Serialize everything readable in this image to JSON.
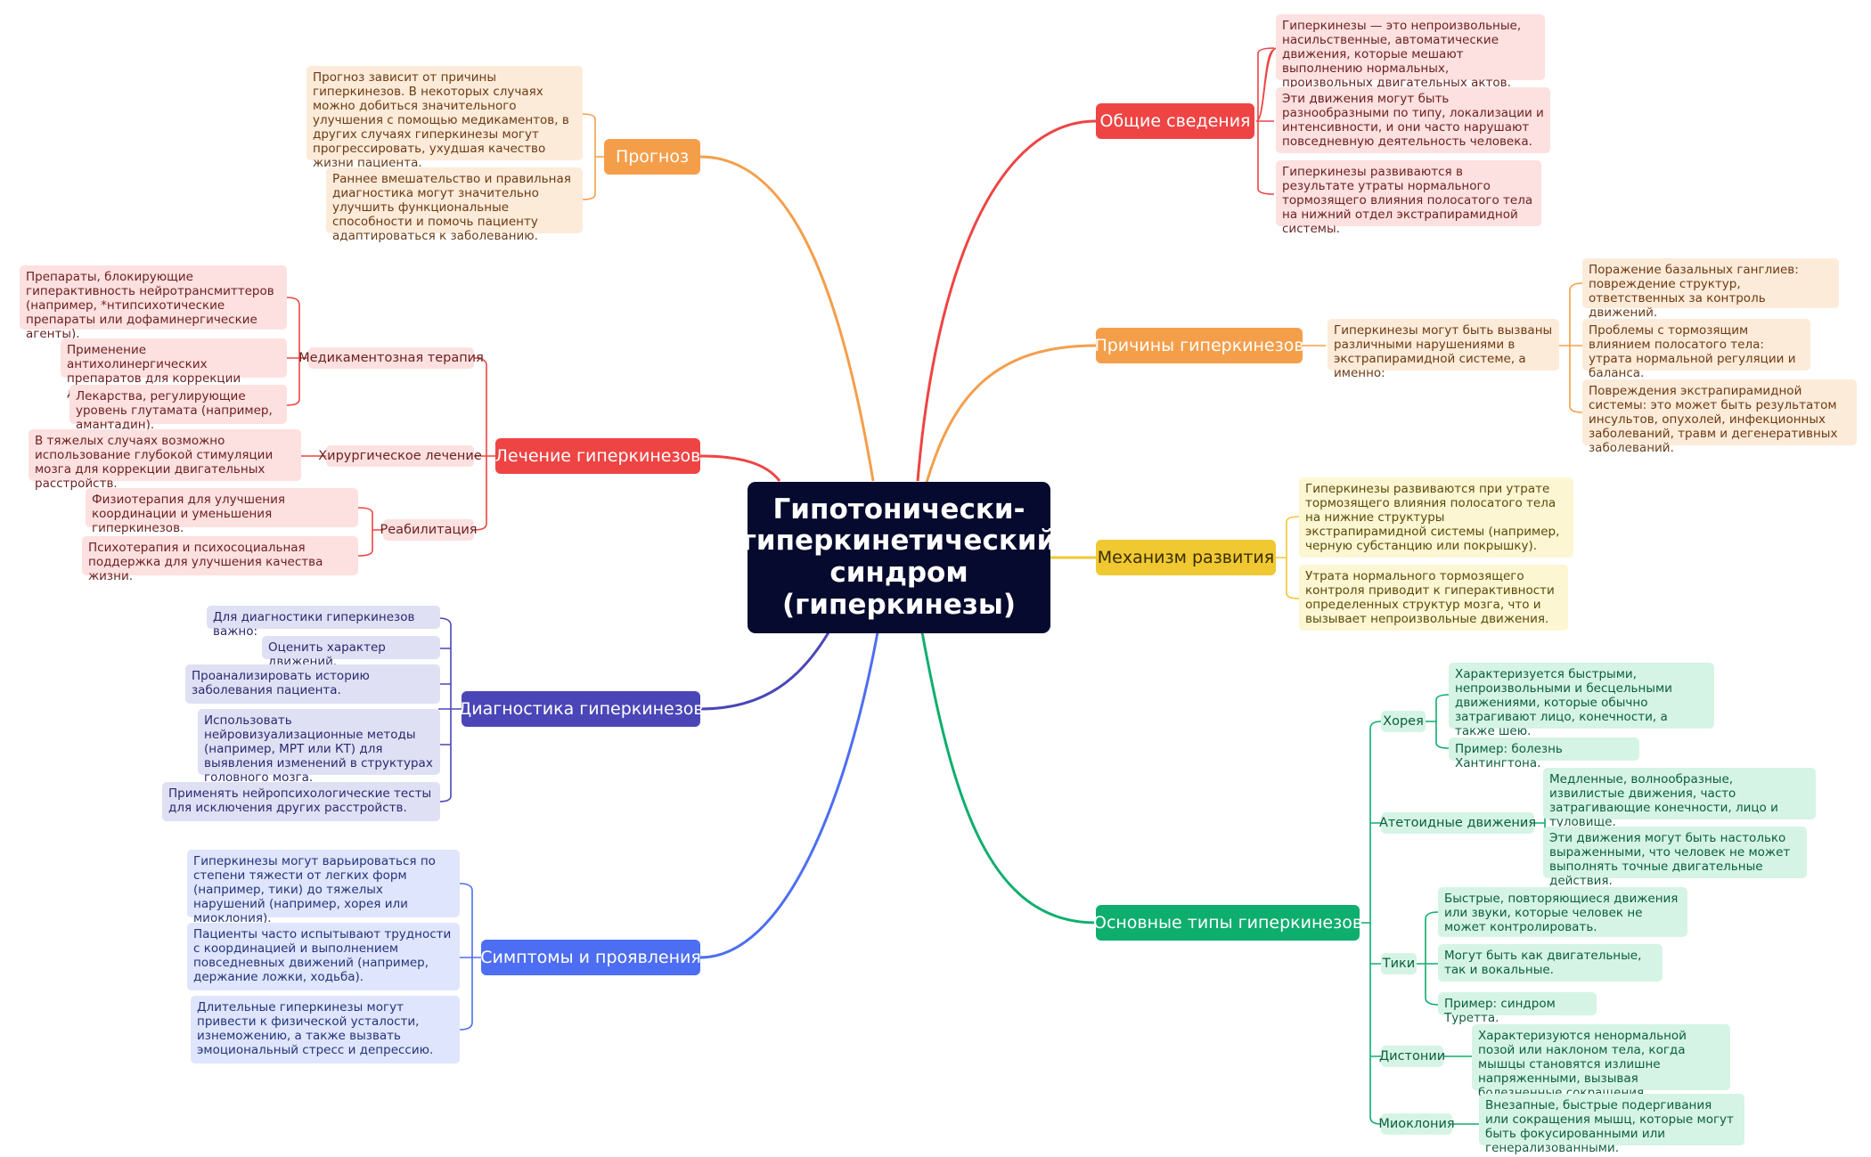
{
  "colors": {
    "root_bg": "#050a2e",
    "red": "#ef4444",
    "orange": "#f59e4a",
    "yellow": "#f0c832",
    "green": "#0eae6e",
    "indigo": "#4a46b8",
    "blue": "#4d6ef2",
    "red_light": "#fde0e0",
    "orange_light": "#fdebd9",
    "yellow_light": "#fdf6d2",
    "green_light": "#d5f4e6",
    "indigo_light": "#e0e0f4",
    "blue_light": "#dfe5fc"
  },
  "root": {
    "label": "Гипотонически-гиперкинетический синдром (гиперкинезы)"
  },
  "general": {
    "label": "Общие сведения",
    "items": [
      "Гиперкинезы — это непроизвольные, насильственные, автоматические движения, которые мешают выполнению нормальных, произвольных двигательных актов.",
      "Эти движения могут быть разнообразными по типу, локализации и интенсивности, и они часто нарушают повседневную деятельность человека.",
      "Гиперкинезы развиваются в результате утраты нормального тормозящего влияния полосатого тела на нижний отдел экстрапирамидной системы."
    ]
  },
  "causes": {
    "label": "Причины гиперкинезов",
    "intro": "Гиперкинезы могут быть вызваны различными нарушениями в экстрапирамидной системе, а именно:",
    "items": [
      "Поражение базальных ганглиев: повреждение структур, ответственных за контроль движений.",
      "Проблемы с тормозящим влиянием полосатого тела: утрата нормальной регуляции и баланса.",
      "Повреждения экстрапирамидной системы: это может быть результатом инсультов, опухолей, инфекционных заболеваний, травм и дегенеративных заболеваний."
    ]
  },
  "mechanism": {
    "label": "Механизм развития",
    "items": [
      "Гиперкинезы развиваются при утрате тормозящего влияния полосатого тела на нижние структуры экстрапирамидной системы (например, черную субстанцию или покрышку).",
      "Утрата нормального тормозящего контроля приводит к гиперактивности определенных структур мозга, что и вызывает непроизвольные движения."
    ]
  },
  "types": {
    "label": "Основные типы гиперкинезов",
    "groups": [
      {
        "label": "Хорея",
        "items": [
          "Характеризуется быстрыми, непроизвольными и бесцельными движениями, которые обычно затрагивают лицо, конечности, а также шею.",
          "Пример: болезнь Хантингтона."
        ]
      },
      {
        "label": "Атетоидные движения",
        "items": [
          "Медленные, волнообразные, извилистые движения, часто затрагивающие конечности, лицо и туловище.",
          "Эти движения могут быть настолько выраженными, что человек не может выполнять точные двигательные действия."
        ]
      },
      {
        "label": "Тики",
        "items": [
          "Быстрые, повторяющиеся движения или звуки, которые человек не может контролировать.",
          "Могут быть как двигательные, так и вокальные.",
          "Пример: синдром Туретта."
        ]
      },
      {
        "label": "Дистонии",
        "items": [
          "Характеризуются ненормальной позой или наклоном тела, когда мышцы становятся излишне напряженными, вызывая болезненные сокращения."
        ]
      },
      {
        "label": "Миоклония",
        "items": [
          "Внезапные, быстрые подергивания или сокращения мышц, которые могут быть фокусированными или генерализованными."
        ]
      }
    ]
  },
  "prognosis": {
    "label": "Прогноз",
    "items": [
      "Прогноз зависит от причины гиперкинезов. В некоторых случаях можно добиться значительного улучшения с помощью медикаментов, в других случаях гиперкинезы могут прогрессировать, ухудшая качество жизни пациента.",
      "Раннее вмешательство и правильная диагностика могут значительно улучшить функциональные способности и помочь пациенту адаптироваться к заболеванию."
    ]
  },
  "treatment": {
    "label": "Лечение гиперкинезов",
    "groups": [
      {
        "label": "Медикаментозная терапия",
        "items": [
          "Препараты, блокирующие гиперактивность нейротрансмиттеров (например, *нтипсихотические препараты или дофаминергические агенты).",
          "Применение антихолинергических препаратов для коррекции движения.",
          "Лекарства, регулирующие уровень глутамата (например, амантадин)."
        ]
      },
      {
        "label": "Хирургическое лечение",
        "items": [
          "В тяжелых случаях возможно использование глубокой стимуляции мозга для коррекции двигательных расстройств."
        ]
      },
      {
        "label": "Реабилитация",
        "items": [
          "Физиотерапия для улучшения координации и уменьшения гиперкинезов.",
          "Психотерапия и психосоциальная поддержка для улучшения качества жизни."
        ]
      }
    ]
  },
  "diagnosis": {
    "label": "Диагностика гиперкинезов",
    "items": [
      "Для диагностики гиперкинезов важно:",
      "Оценить характер движений.",
      "Проанализировать историю заболевания пациента.",
      "Использовать нейровизуализационные методы (например, МРТ или КТ) для выявления изменений в структурах головного мозга.",
      "Применять нейропсихологические тесты для исключения других расстройств."
    ]
  },
  "symptoms": {
    "label": "Симптомы и проявления",
    "items": [
      "Гиперкинезы могут варьироваться по степени тяжести от легких форм (например, тики) до тяжелых нарушений (например, хорея или миоклония).",
      "Пациенты часто испытывают трудности с координацией и выполнением повседневных движений (например, держание ложки, ходьба).",
      "Длительные гиперкинезы могут привести к физической усталости, изнеможению, а также вызвать эмоциональный стресс и депрессию."
    ]
  }
}
